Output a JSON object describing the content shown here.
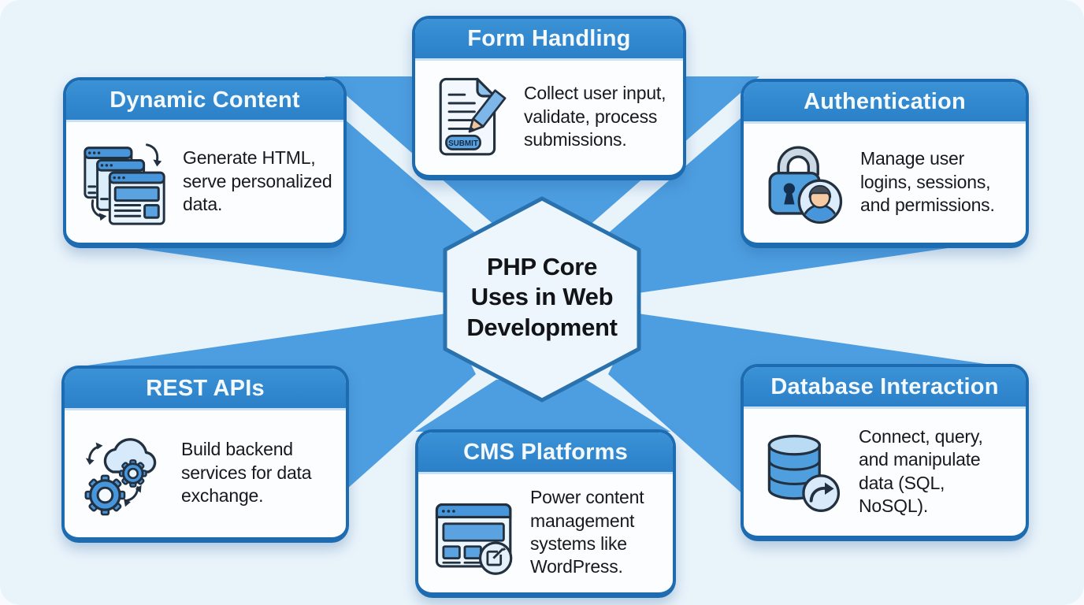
{
  "diagram": {
    "center": {
      "title": "PHP Core Uses in Web Development",
      "title_lines": [
        "PHP Core",
        "Uses in Web",
        "Development"
      ]
    },
    "cards": [
      {
        "id": "dynamic-content",
        "title": "Dynamic Content",
        "description": "Generate HTML, serve personalized data.",
        "icon": "stacked-browser-windows-icon"
      },
      {
        "id": "form-handling",
        "title": "Form Handling",
        "description": "Collect user input, validate, process submissions.",
        "icon": "form-document-pencil-icon",
        "icon_text": "SUBMIT"
      },
      {
        "id": "authentication",
        "title": "Authentication",
        "description": "Manage user logins, sessions, and permissions.",
        "icon": "padlock-user-icon"
      },
      {
        "id": "rest-apis",
        "title": "REST APIs",
        "description": "Build backend services for data exchange.",
        "icon": "cloud-gears-icon"
      },
      {
        "id": "cms-platforms",
        "title": "CMS Platforms",
        "description": "Power content management systems like WordPress.",
        "icon": "webpage-edit-icon"
      },
      {
        "id": "database-interaction",
        "title": "Database Interaction",
        "description": "Connect, query, and manipulate data (SQL, NoSQL).",
        "icon": "database-share-icon"
      }
    ],
    "colors": {
      "background": "#e9f3fa",
      "ray_blue": "#4d9ee0",
      "card_header_blue": "#2f86cd",
      "card_border_blue": "#1d6bb0",
      "hexagon_fill": "#edf6fc",
      "hexagon_border": "#2a72ae",
      "icon_outline": "#22303f",
      "icon_blue": "#4796dc",
      "body_text": "#17191c"
    }
  }
}
